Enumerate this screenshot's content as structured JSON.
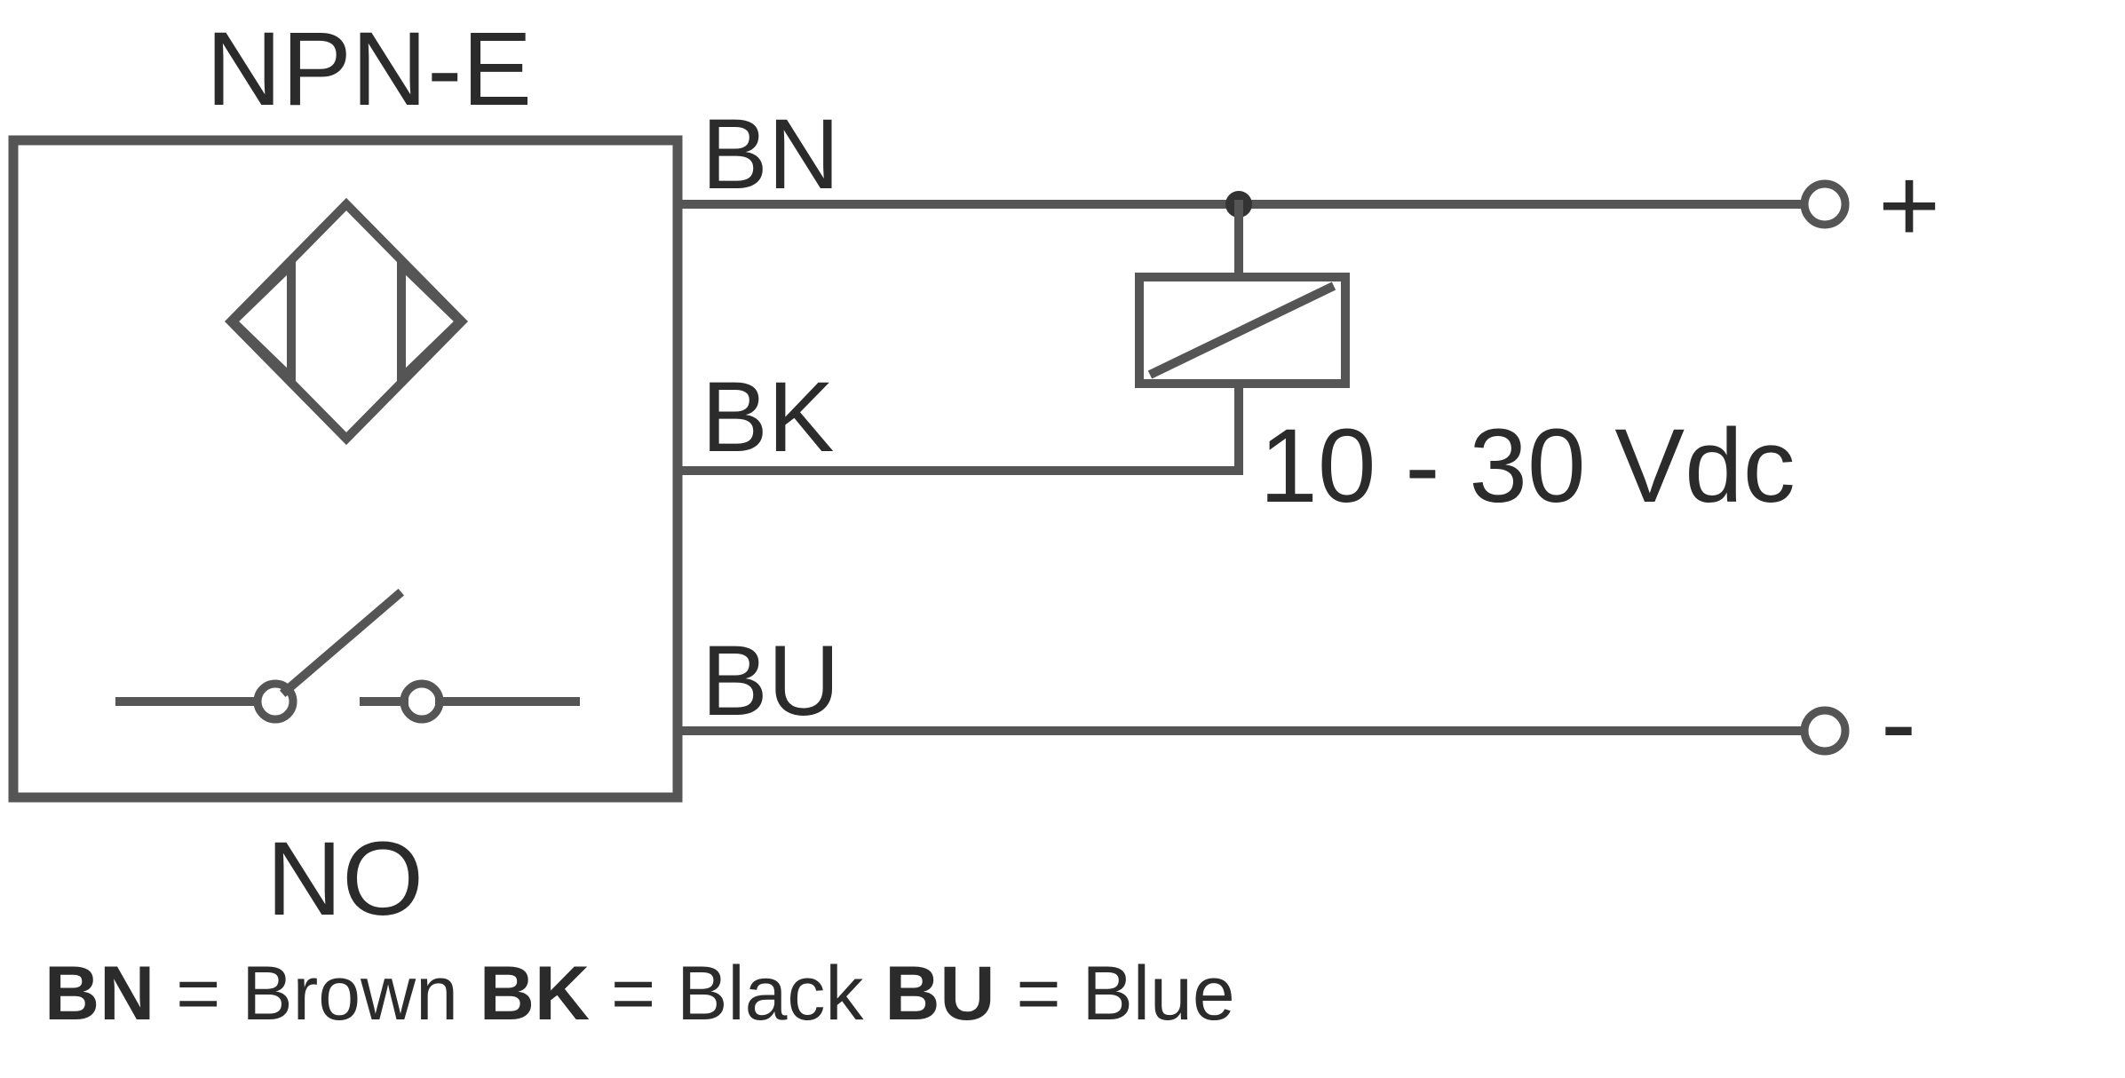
{
  "sensor": {
    "type_label": "NPN-E",
    "contact_label": "NO"
  },
  "wires": {
    "bn": "BN",
    "bk": "BK",
    "bu": "BU"
  },
  "terminals": {
    "positive": "+",
    "negative": "-"
  },
  "supply": {
    "voltage": "10 - 30 Vdc"
  },
  "legend": {
    "bn_code": "BN",
    "bn_eq": " = Brown ",
    "bk_code": "BK",
    "bk_eq": " = Black ",
    "bu_code": "BU",
    "bu_eq": " = Blue"
  },
  "colors": {
    "line": "#555555",
    "text": "#2b2b2b"
  }
}
